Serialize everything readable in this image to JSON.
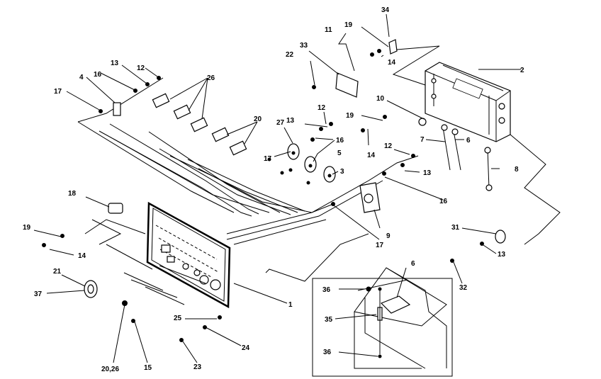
{
  "callouts": [
    {
      "id": "c1",
      "text": "1"
    },
    {
      "id": "c2",
      "text": "2"
    },
    {
      "id": "c3",
      "text": "3"
    },
    {
      "id": "c4",
      "text": "4"
    },
    {
      "id": "c5",
      "text": "5"
    },
    {
      "id": "c6a",
      "text": "6"
    },
    {
      "id": "c6b",
      "text": "6"
    },
    {
      "id": "c7",
      "text": "7"
    },
    {
      "id": "c8",
      "text": "8"
    },
    {
      "id": "c9",
      "text": "9"
    },
    {
      "id": "c10",
      "text": "10"
    },
    {
      "id": "c11",
      "text": "11"
    },
    {
      "id": "c12a",
      "text": "12"
    },
    {
      "id": "c12b",
      "text": "12"
    },
    {
      "id": "c12c",
      "text": "12"
    },
    {
      "id": "c13a",
      "text": "13"
    },
    {
      "id": "c13b",
      "text": "13"
    },
    {
      "id": "c13c",
      "text": "13"
    },
    {
      "id": "c13d",
      "text": "13"
    },
    {
      "id": "c14a",
      "text": "14"
    },
    {
      "id": "c14b",
      "text": "14"
    },
    {
      "id": "c14c",
      "text": "14"
    },
    {
      "id": "c15",
      "text": "15"
    },
    {
      "id": "c16a",
      "text": "16"
    },
    {
      "id": "c16b",
      "text": "16"
    },
    {
      "id": "c16c",
      "text": "16"
    },
    {
      "id": "c17a",
      "text": "17"
    },
    {
      "id": "c17b",
      "text": "17"
    },
    {
      "id": "c17c",
      "text": "17"
    },
    {
      "id": "c18",
      "text": "18"
    },
    {
      "id": "c19a",
      "text": "19"
    },
    {
      "id": "c19b",
      "text": "19"
    },
    {
      "id": "c19c",
      "text": "19"
    },
    {
      "id": "c20",
      "text": "20"
    },
    {
      "id": "c2026",
      "text": "20,26"
    },
    {
      "id": "c21",
      "text": "21"
    },
    {
      "id": "c22",
      "text": "22"
    },
    {
      "id": "c23",
      "text": "23"
    },
    {
      "id": "c24",
      "text": "24"
    },
    {
      "id": "c25",
      "text": "25"
    },
    {
      "id": "c26",
      "text": "26"
    },
    {
      "id": "c27",
      "text": "27"
    },
    {
      "id": "c31",
      "text": "31"
    },
    {
      "id": "c32",
      "text": "32"
    },
    {
      "id": "c33",
      "text": "33"
    },
    {
      "id": "c34",
      "text": "34"
    },
    {
      "id": "c35",
      "text": "35"
    },
    {
      "id": "c36a",
      "text": "36"
    },
    {
      "id": "c36b",
      "text": "36"
    },
    {
      "id": "c37",
      "text": "37"
    }
  ]
}
